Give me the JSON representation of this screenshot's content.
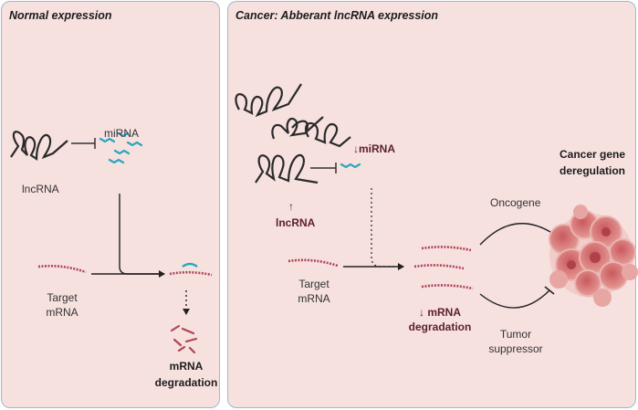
{
  "panels": {
    "left": {
      "title": "Normal expression",
      "lncrna_label": "lncRNA",
      "mirna_label": "miRNA",
      "target_label_line1": "Target",
      "target_label_line2": "mRNA",
      "degradation_line1": "mRNA",
      "degradation_line2": "degradation"
    },
    "right": {
      "title": "Cancer: Abberant lncRNA expression",
      "lncrna_arrow": "↑",
      "lncrna_label": "lncRNA",
      "mirna_label": "↓miRNA",
      "target_label_line1": "Target",
      "target_label_line2": "mRNA",
      "degradation_line1": "↓ mRNA",
      "degradation_line2": "degradation",
      "oncogene_label": "Oncogene",
      "tumor_line1": "Tumor",
      "tumor_line2": "suppressor",
      "cancer_line1": "Cancer gene",
      "cancer_line2": "deregulation"
    }
  },
  "colors": {
    "panel_bg": "#f6e1df",
    "panel_border": "#9fb8cf",
    "mrna": "#b0425a",
    "mirna": "#2aa6bf",
    "dark_label": "#5b1f2c",
    "tumor": "#d8696b"
  }
}
